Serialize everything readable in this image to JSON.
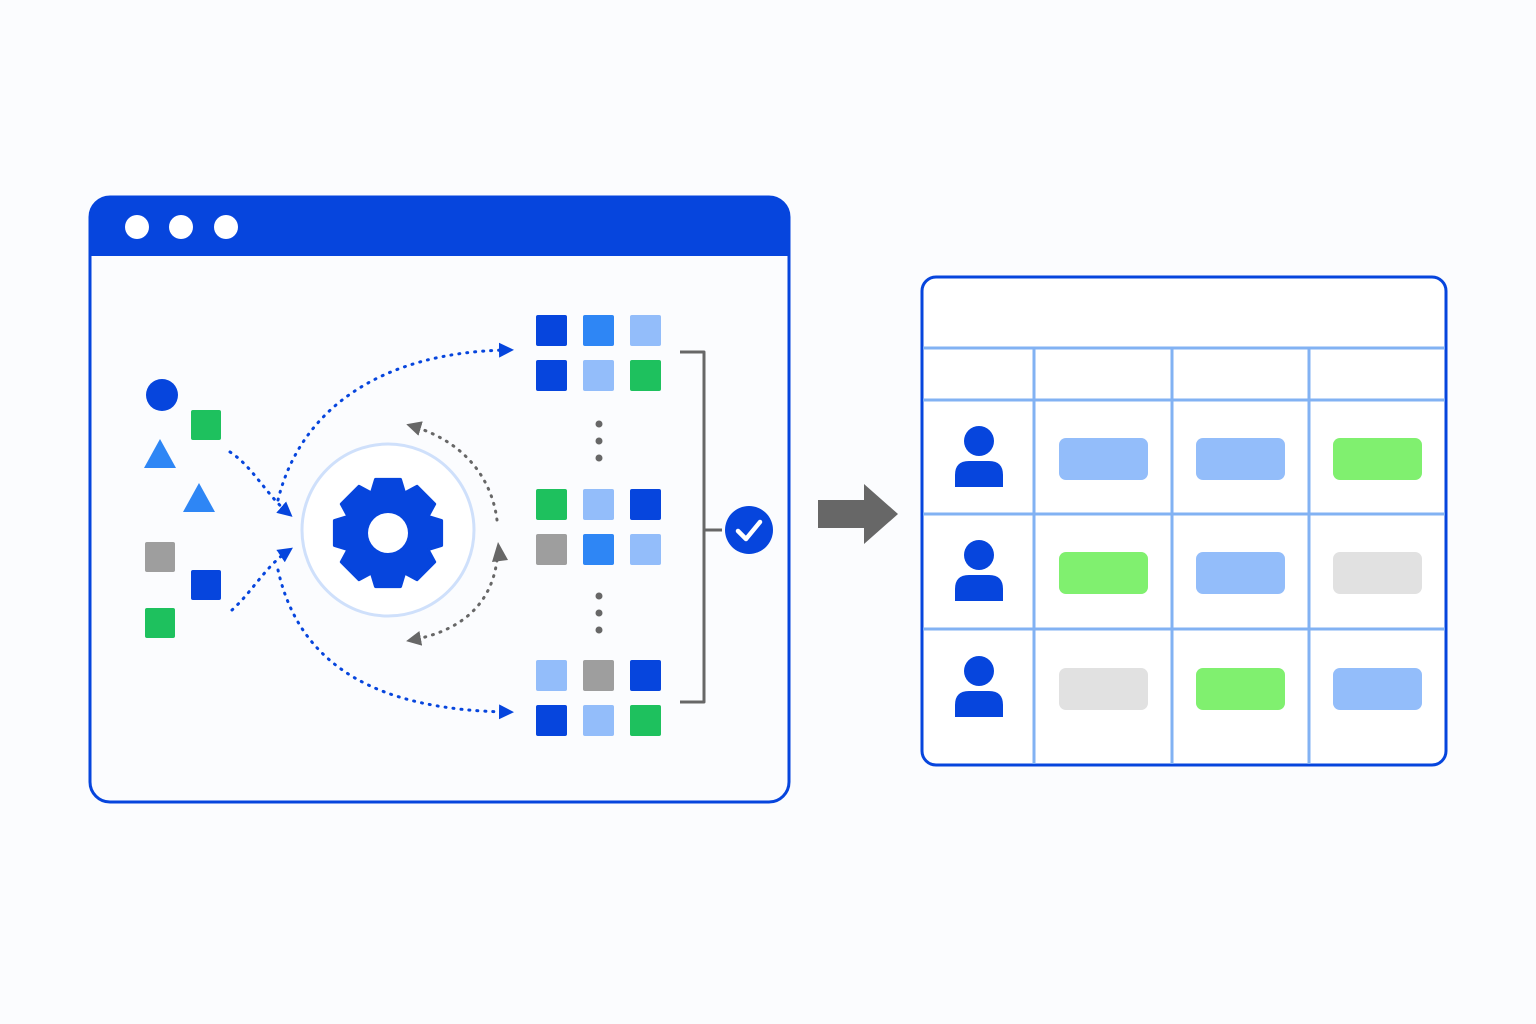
{
  "colors": {
    "background": "#fbfcfe",
    "primary_blue": "#0645dd",
    "mid_blue": "#2e86f5",
    "light_blue": "#93bdfa",
    "green": "#1ec15e",
    "lime_green": "#80f06f",
    "gray": "#9e9e9e",
    "light_gray": "#e1e1e1",
    "dark_gray": "#676767",
    "table_line": "#82b2f3"
  },
  "app_window": {
    "titlebar_controls": [
      "window-dot",
      "window-dot",
      "window-dot"
    ],
    "input_shapes": [
      {
        "shape": "circle",
        "color": "primary_blue"
      },
      {
        "shape": "square",
        "color": "green"
      },
      {
        "shape": "triangle",
        "color": "mid_blue"
      },
      {
        "shape": "triangle",
        "color": "mid_blue"
      },
      {
        "shape": "square",
        "color": "gray"
      },
      {
        "shape": "square",
        "color": "primary_blue"
      },
      {
        "shape": "square",
        "color": "green"
      }
    ],
    "processor_icon": "gear-icon",
    "output_groups": [
      {
        "colors": [
          "primary_blue",
          "mid_blue",
          "light_blue",
          "primary_blue",
          "light_blue",
          "green"
        ]
      },
      {
        "colors": [
          "green",
          "light_blue",
          "primary_blue",
          "gray",
          "mid_blue",
          "light_blue"
        ]
      },
      {
        "colors": [
          "light_blue",
          "gray",
          "primary_blue",
          "primary_blue",
          "light_blue",
          "green"
        ]
      }
    ],
    "validation_icon": "check-circle-icon"
  },
  "transition_icon": "arrow-right-icon",
  "result_table": {
    "row_icon": "user-icon",
    "rows": [
      {
        "cells": [
          "light_blue",
          "light_blue",
          "lime_green"
        ]
      },
      {
        "cells": [
          "lime_green",
          "light_blue",
          "light_gray"
        ]
      },
      {
        "cells": [
          "light_gray",
          "lime_green",
          "light_blue"
        ]
      }
    ]
  }
}
